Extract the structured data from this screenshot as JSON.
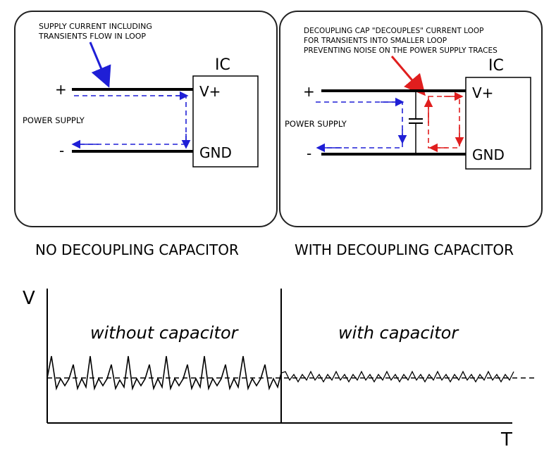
{
  "left_diagram": {
    "note_line1": "SUPPLY CURRENT INCLUDING",
    "note_line2": "TRANSIENTS FLOW IN LOOP",
    "chip_label": "IC",
    "vplus_label": "V+",
    "gnd_label": "GND",
    "plus_sign": "+",
    "minus_sign": "-",
    "supply_label": "POWER SUPPLY",
    "caption": "NO DECOUPLING CAPACITOR"
  },
  "right_diagram": {
    "note_line1": "DECOUPLING CAP \"DECOUPLES\" CURRENT LOOP",
    "note_line2": "FOR TRANSIENTS INTO SMALLER LOOP",
    "note_line3": "PREVENTING NOISE ON THE POWER SUPPLY TRACES",
    "chip_label": "IC",
    "vplus_label": "V+",
    "gnd_label": "GND",
    "plus_sign": "+",
    "minus_sign": "-",
    "supply_label": "POWER SUPPLY",
    "caption": "WITH DECOUPLING CAPACITOR"
  },
  "waveform": {
    "y_axis_label": "V",
    "x_axis_label": "T",
    "left_region_label": "without capacitor",
    "right_region_label": "with capacitor"
  },
  "colors": {
    "supply_current": "#1f1fd6",
    "local_loop": "#e01e1e",
    "line": "#000000"
  }
}
